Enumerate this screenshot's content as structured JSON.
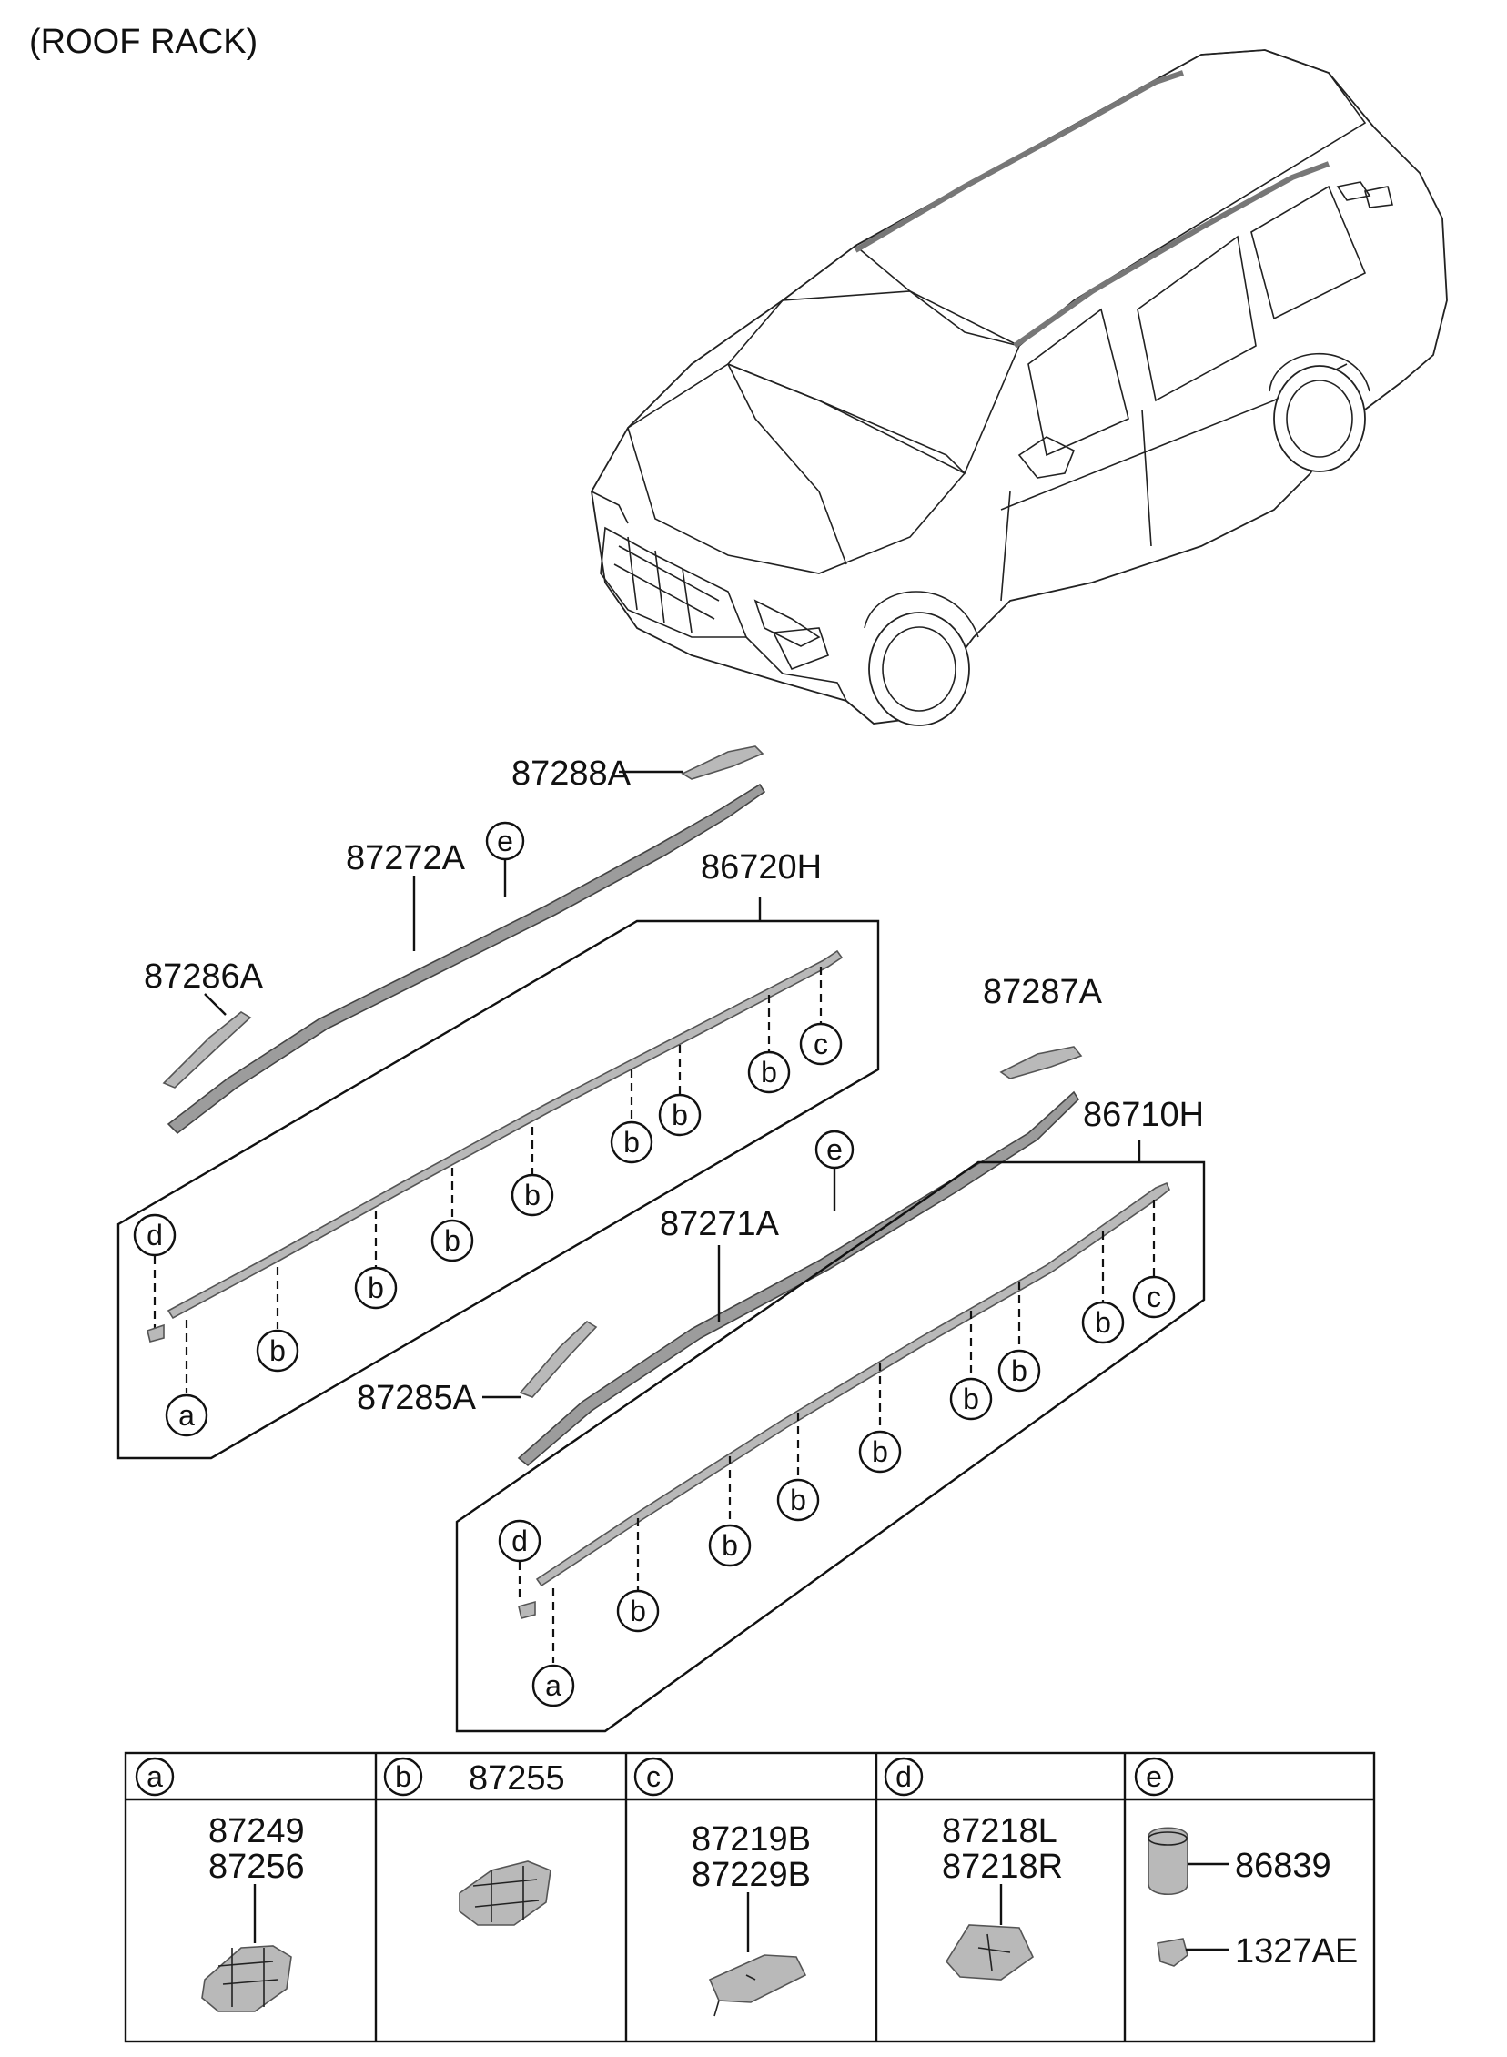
{
  "title": "(ROOF RACK)",
  "parts": {
    "p87288A": "87288A",
    "p87272A": "87272A",
    "p86720H": "86720H",
    "p87286A": "87286A",
    "p87287A": "87287A",
    "p86710H": "86710H",
    "p87271A": "87271A",
    "p87285A": "87285A"
  },
  "callouts": {
    "a": "a",
    "b": "b",
    "c": "c",
    "d": "d",
    "e": "e"
  },
  "legend": {
    "a": {
      "key": "a",
      "parts": [
        "87249",
        "87256"
      ]
    },
    "b": {
      "key": "b",
      "header": "87255"
    },
    "c": {
      "key": "c",
      "parts": [
        "87219B",
        "87229B"
      ]
    },
    "d": {
      "key": "d",
      "parts": [
        "87218L",
        "87218R"
      ]
    },
    "e": {
      "key": "e",
      "parts": [
        "86839",
        "1327AE"
      ]
    }
  }
}
